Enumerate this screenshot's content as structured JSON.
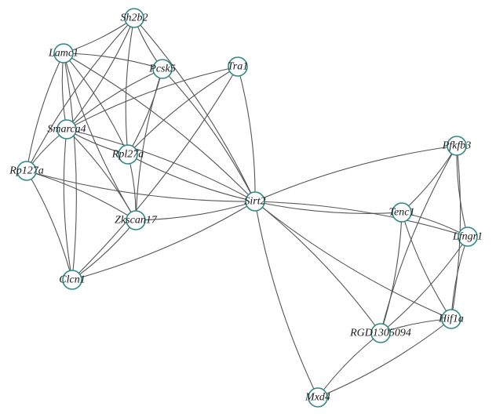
{
  "colors": {
    "node_stroke": "#2f8a84",
    "edge": "#555555",
    "background": "#ffffff"
  },
  "nodes": [
    {
      "id": "Sh2b2",
      "label": "Sh2b2"
    },
    {
      "id": "Lamc1",
      "label": "Lamc1"
    },
    {
      "id": "Pcsk5",
      "label": "Pcsk5"
    },
    {
      "id": "Tra1",
      "label": "Tra1"
    },
    {
      "id": "Smarca4",
      "label": "Smarca4"
    },
    {
      "id": "Rpl27a",
      "label": "Rpl27a"
    },
    {
      "id": "Rp127a",
      "label": "Rp127a"
    },
    {
      "id": "Zkscan17",
      "label": "Zkscan17"
    },
    {
      "id": "Clcn1",
      "label": "Clcn1"
    },
    {
      "id": "Sirt2",
      "label": "Sirt2"
    },
    {
      "id": "Pfkfb3",
      "label": "Pfkfb3"
    },
    {
      "id": "Tenc1",
      "label": "Tenc1"
    },
    {
      "id": "Lfngr1",
      "label": "Lfngr1"
    },
    {
      "id": "Hif1a",
      "label": "Hif1a"
    },
    {
      "id": "RGD1305094",
      "label": "RGD1305094"
    },
    {
      "id": "Mxd4",
      "label": "Mxd4"
    }
  ],
  "edges": [
    [
      "Sh2b2",
      "Lamc1"
    ],
    [
      "Sh2b2",
      "Pcsk5"
    ],
    [
      "Sh2b2",
      "Smarca4"
    ],
    [
      "Sh2b2",
      "Rpl27a"
    ],
    [
      "Sh2b2",
      "Sirt2"
    ],
    [
      "Sh2b2",
      "Rp127a"
    ],
    [
      "Lamc1",
      "Pcsk5"
    ],
    [
      "Lamc1",
      "Smarca4"
    ],
    [
      "Lamc1",
      "Rpl27a"
    ],
    [
      "Lamc1",
      "Zkscan17"
    ],
    [
      "Lamc1",
      "Sirt2"
    ],
    [
      "Lamc1",
      "Rp127a"
    ],
    [
      "Lamc1",
      "Clcn1"
    ],
    [
      "Pcsk5",
      "Smarca4"
    ],
    [
      "Pcsk5",
      "Rpl27a"
    ],
    [
      "Pcsk5",
      "Zkscan17"
    ],
    [
      "Pcsk5",
      "Sirt2"
    ],
    [
      "Tra1",
      "Smarca4"
    ],
    [
      "Tra1",
      "Sirt2"
    ],
    [
      "Tra1",
      "Rpl27a"
    ],
    [
      "Tra1",
      "Clcn1"
    ],
    [
      "Smarca4",
      "Rpl27a"
    ],
    [
      "Smarca4",
      "Zkscan17"
    ],
    [
      "Smarca4",
      "Clcn1"
    ],
    [
      "Smarca4",
      "Sirt2"
    ],
    [
      "Smarca4",
      "Rp127a"
    ],
    [
      "Rpl27a",
      "Zkscan17"
    ],
    [
      "Rpl27a",
      "Sirt2"
    ],
    [
      "Rp127a",
      "Zkscan17"
    ],
    [
      "Rp127a",
      "Sirt2"
    ],
    [
      "Rp127a",
      "Clcn1"
    ],
    [
      "Zkscan17",
      "Sirt2"
    ],
    [
      "Zkscan17",
      "Clcn1"
    ],
    [
      "Clcn1",
      "Sirt2"
    ],
    [
      "Sirt2",
      "Pfkfb3"
    ],
    [
      "Sirt2",
      "Tenc1"
    ],
    [
      "Sirt2",
      "Lfngr1"
    ],
    [
      "Sirt2",
      "Hif1a"
    ],
    [
      "Sirt2",
      "RGD1305094"
    ],
    [
      "Sirt2",
      "Mxd4"
    ],
    [
      "Pfkfb3",
      "Tenc1"
    ],
    [
      "Pfkfb3",
      "Lfngr1"
    ],
    [
      "Pfkfb3",
      "Hif1a"
    ],
    [
      "Pfkfb3",
      "RGD1305094"
    ],
    [
      "Tenc1",
      "Lfngr1"
    ],
    [
      "Tenc1",
      "Hif1a"
    ],
    [
      "Tenc1",
      "RGD1305094"
    ],
    [
      "Lfngr1",
      "Hif1a"
    ],
    [
      "Lfngr1",
      "RGD1305094"
    ],
    [
      "Hif1a",
      "RGD1305094"
    ],
    [
      "Hif1a",
      "Mxd4"
    ],
    [
      "RGD1305094",
      "Mxd4"
    ]
  ]
}
